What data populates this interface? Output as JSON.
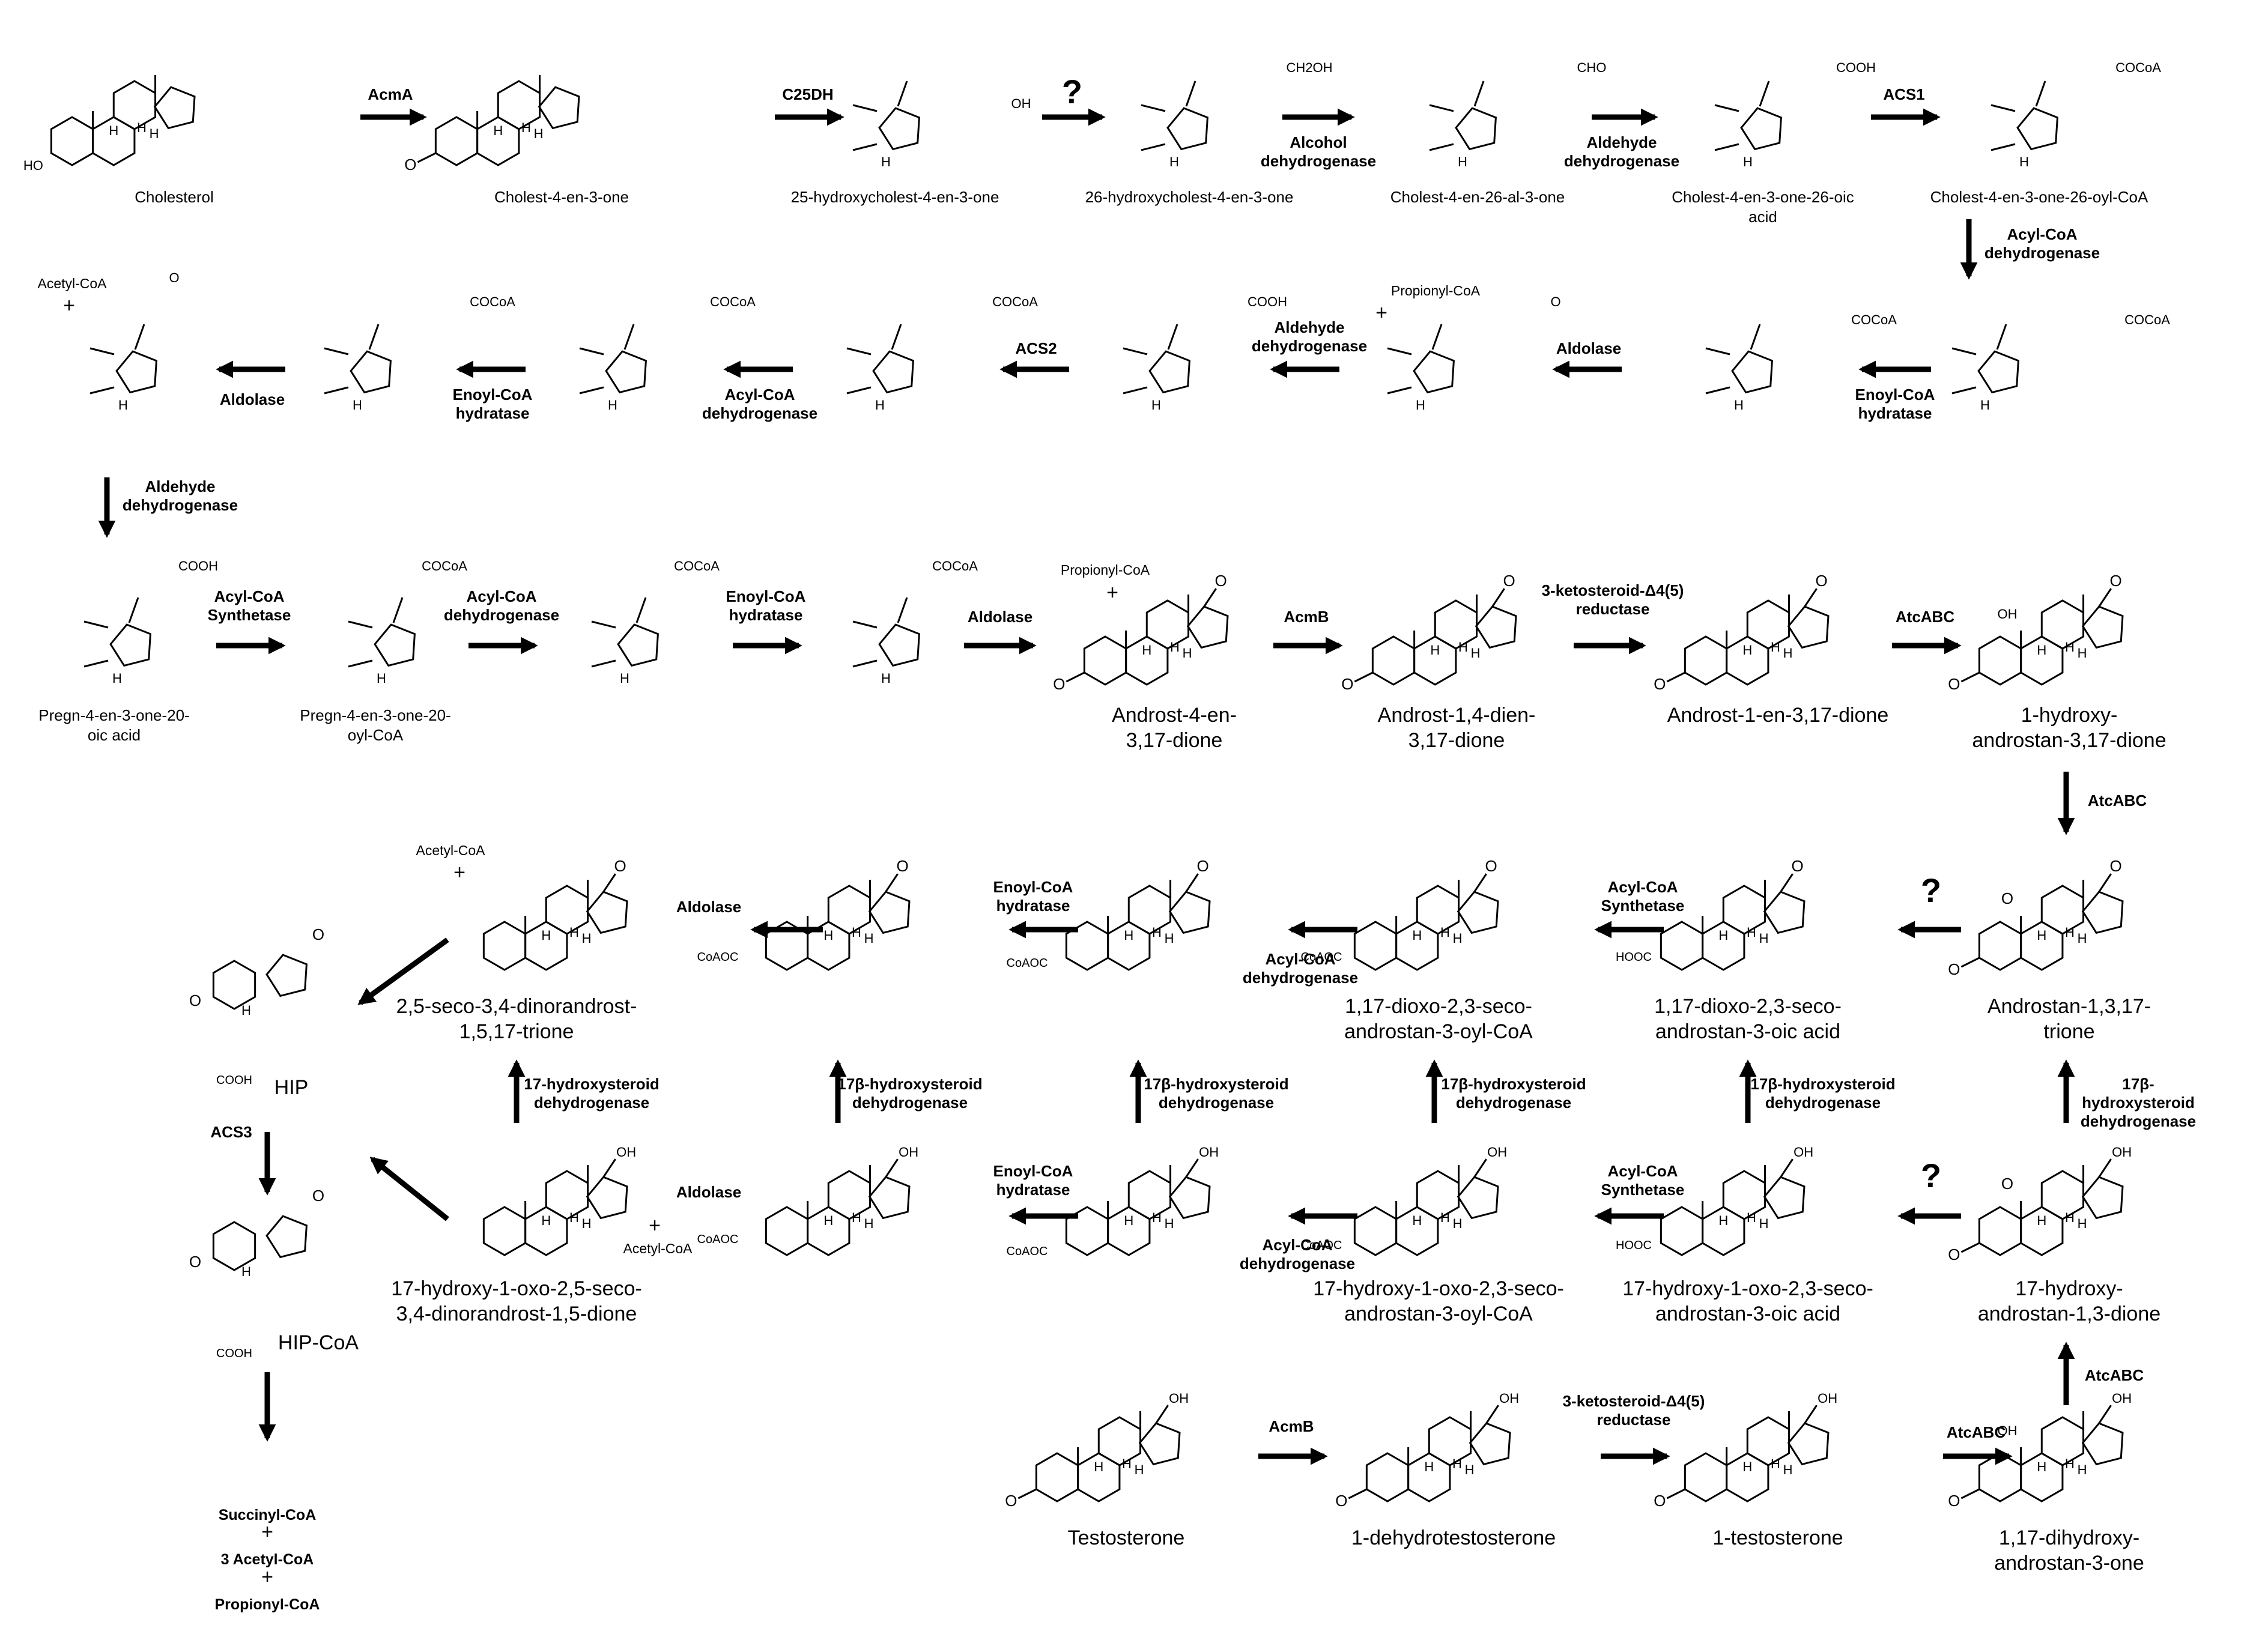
{
  "compounds": {
    "cholesterol": "Cholesterol",
    "cholestenone": "Cholest-4-en-3-one",
    "h25": "25-hydroxycholest-4-en-3-one",
    "h26": "26-hydroxycholest-4-en-3-one",
    "al26": "Cholest-4-en-26-al-3-one",
    "oic26": "Cholest-4-en-3-one-26-oic\nacid",
    "coa26": "Cholest-4-en-3-one-26-oyl-CoA",
    "pregn_oic": "Pregn-4-en-3-one-20-\noic acid",
    "pregn_coa": "Pregn-4-en-3-one-20-\noyl-CoA",
    "add": "Androst-4-en-\n3,17-dione",
    "adien": "Androst-1,4-dien-\n3,17-dione",
    "aen1": "Androst-1-en-3,17-dione",
    "h1and": "1-hydroxy-\nandrostan-3,17-dione",
    "trione": "Androstan-1,3,17-trione",
    "dioxo_acid": "1,17-dioxo-2,3-seco-\nandrostan-3-oic acid",
    "dioxo_coa": "1,17-dioxo-2,3-seco-\nandrostan-3-oyl-CoA",
    "dinor_trione": "2,5-seco-3,4-dinorandrost-\n1,5,17-trione",
    "hip": "HIP",
    "hip_coa": "HIP-CoA",
    "hoxo_dinor": "17-hydroxy-1-oxo-2,5-seco-\n3,4-dinorandrost-1,5-dione",
    "hoxo_coa": "17-hydroxy-1-oxo-2,3-seco-\nandrostan-3-oyl-CoA",
    "hoxo_acid": "17-hydroxy-1-oxo-2,3-seco-\nandrostan-3-oic acid",
    "h17_dione": "17-hydroxy-\nandrostan-1,3-dione",
    "testosterone": "Testosterone",
    "dehydrotestosterone": "1-dehydrotestosterone",
    "testo1": "1-testosterone",
    "dihydroxy": "1,17-dihydroxy-\nandrostan-3-one"
  },
  "cofactors": {
    "acetyl_coa": "Acetyl-CoA",
    "propionyl_coa": "Propionyl-CoA",
    "plus": "+",
    "succinyl": "Succinyl-CoA",
    "three_acetyl": "3 Acetyl-CoA",
    "propionyl_final": "Propionyl-CoA"
  },
  "enzymes": {
    "acmA": "AcmA",
    "c25dh": "C25DH",
    "unknown": "?",
    "alcohol_dh": "Alcohol\ndehydrogenase",
    "aldehyde_dh": "Aldehyde\ndehydrogenase",
    "acs1": "ACS1",
    "acs2": "ACS2",
    "acs3": "ACS3",
    "acyl_dh": "Acyl-CoA\ndehydrogenase",
    "enoyl_hyd": "Enoyl-CoA\nhydratase",
    "aldolase": "Aldolase",
    "acyl_synth": "Acyl-CoA\nSynthetase",
    "acmB": "AcmB",
    "ketoreductase": "3-ketosteroid-Δ4(5)\nreductase",
    "atcABC": "AtcABC",
    "hsd17b": "17β-hydroxysteroid\ndehydrogenase",
    "hsd17": "17-hydroxysteroid\ndehydrogenase"
  },
  "atoms": {
    "H": "H",
    "O": "O",
    "OH": "OH",
    "HO": "HO",
    "COOH": "COOH",
    "COCoA": "COCoA",
    "CoAOC": "CoAOC",
    "HOOC": "HOOC",
    "CH2OH": "CH2OH",
    "CHO": "CHO"
  }
}
